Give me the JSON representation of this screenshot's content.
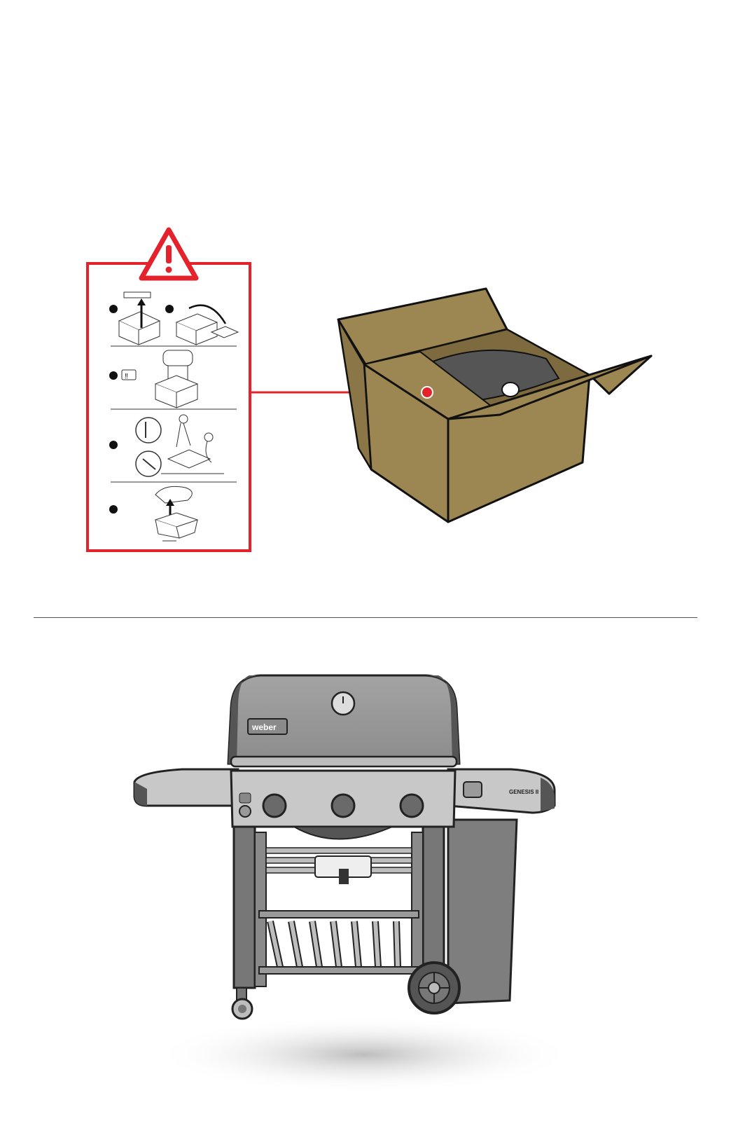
{
  "instructions_card": {
    "warning_icon": "warning-triangle-icon",
    "step_count": 4
  },
  "grill": {
    "brand_badge": "weber",
    "model_badge": "GENESIS II",
    "burner_knob_count": 3
  },
  "colors": {
    "warning_red": "#e3222b",
    "cardboard": "#9c8652",
    "cardboard_dark": "#7d6a3f",
    "grill_gray": "#8a8a8a",
    "shelf_gray": "#c8c8c8"
  }
}
